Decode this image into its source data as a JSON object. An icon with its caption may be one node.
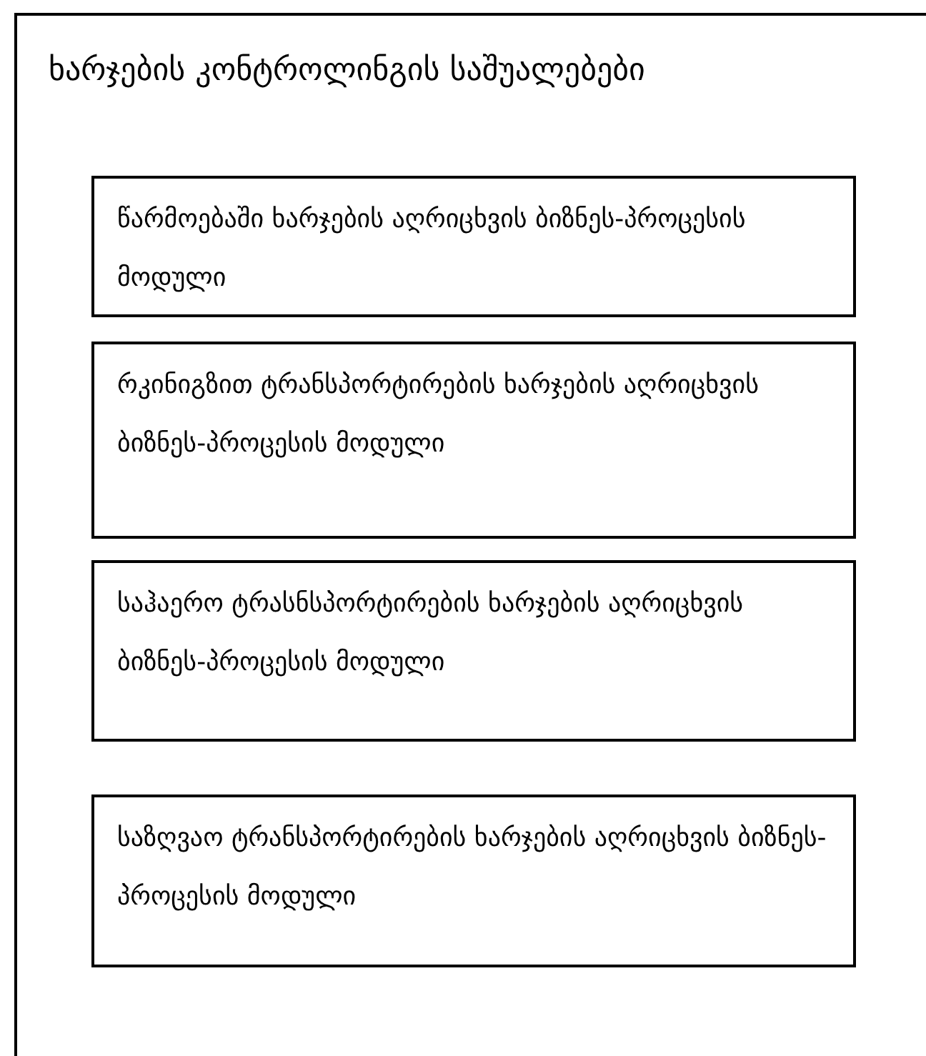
{
  "diagram": {
    "nodes": [
      {
        "text": [
          "ხარჯების კონტროლინგის საშუალებები"
        ]
      },
      {
        "text": [
          "წარმოებაში ხარჯების აღრიცხვის ბიზნეს-პროცესის მოდული"
        ],
        "in": 0
      },
      {
        "text": [
          "რკინიგზით ტრანსპორტირების ხარჯების აღრიცხვის ბიზნეს-პროცესის მოდული"
        ],
        "in": 0
      },
      {
        "text": [
          "საჰაერო ტრასნსპორტირების ხარჯების აღრიცხვის ბიზნეს-პროცესის მოდული"
        ],
        "in": 0
      },
      {
        "text": [
          "საზღვაო ტრანსპორტირების ხარჯების აღრიცხვის ბიზნეს-პროცესის მოდული"
        ],
        "in": 0
      }
    ]
  }
}
